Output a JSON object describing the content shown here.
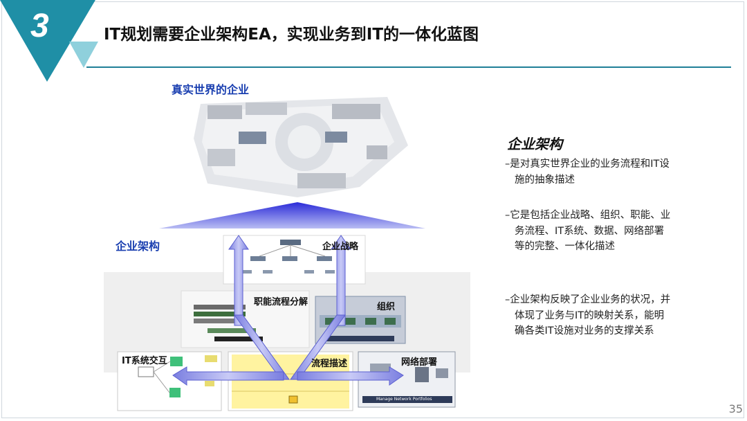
{
  "slide": {
    "number": "3",
    "title": "IT规划需要企业架构EA，实现业务到IT的一体化蓝图",
    "page_number": "35"
  },
  "diagram": {
    "real_world_label": "真实世界的企业",
    "ea_label": "企业架构",
    "strategy_label": "企业战略",
    "function_label": "职能流程分解",
    "org_label": "组织",
    "it_label": "IT系统交互",
    "process_label": "流程描述",
    "network_label": "网络部署",
    "manage_caption": "Manage Network Portfolios"
  },
  "definition": {
    "heading": "企业架构",
    "points": [
      "–是对真实世界企业的业务流程和IT设施的抽象描述",
      "–它是包括企业战略、组织、职能、业务流程、IT系统、数据、网络部署等的完整、一体化描述",
      "–企业架构反映了企业业务的状况，并体现了业务与IT的映射关系，能明确各类IT设施对业务的支撑关系"
    ]
  },
  "colors": {
    "teal": "#1f8fa6",
    "teal_light": "#8fd0dc",
    "arrow_blue": "#8c8fe8",
    "label_blue": "#1a3fb0"
  }
}
